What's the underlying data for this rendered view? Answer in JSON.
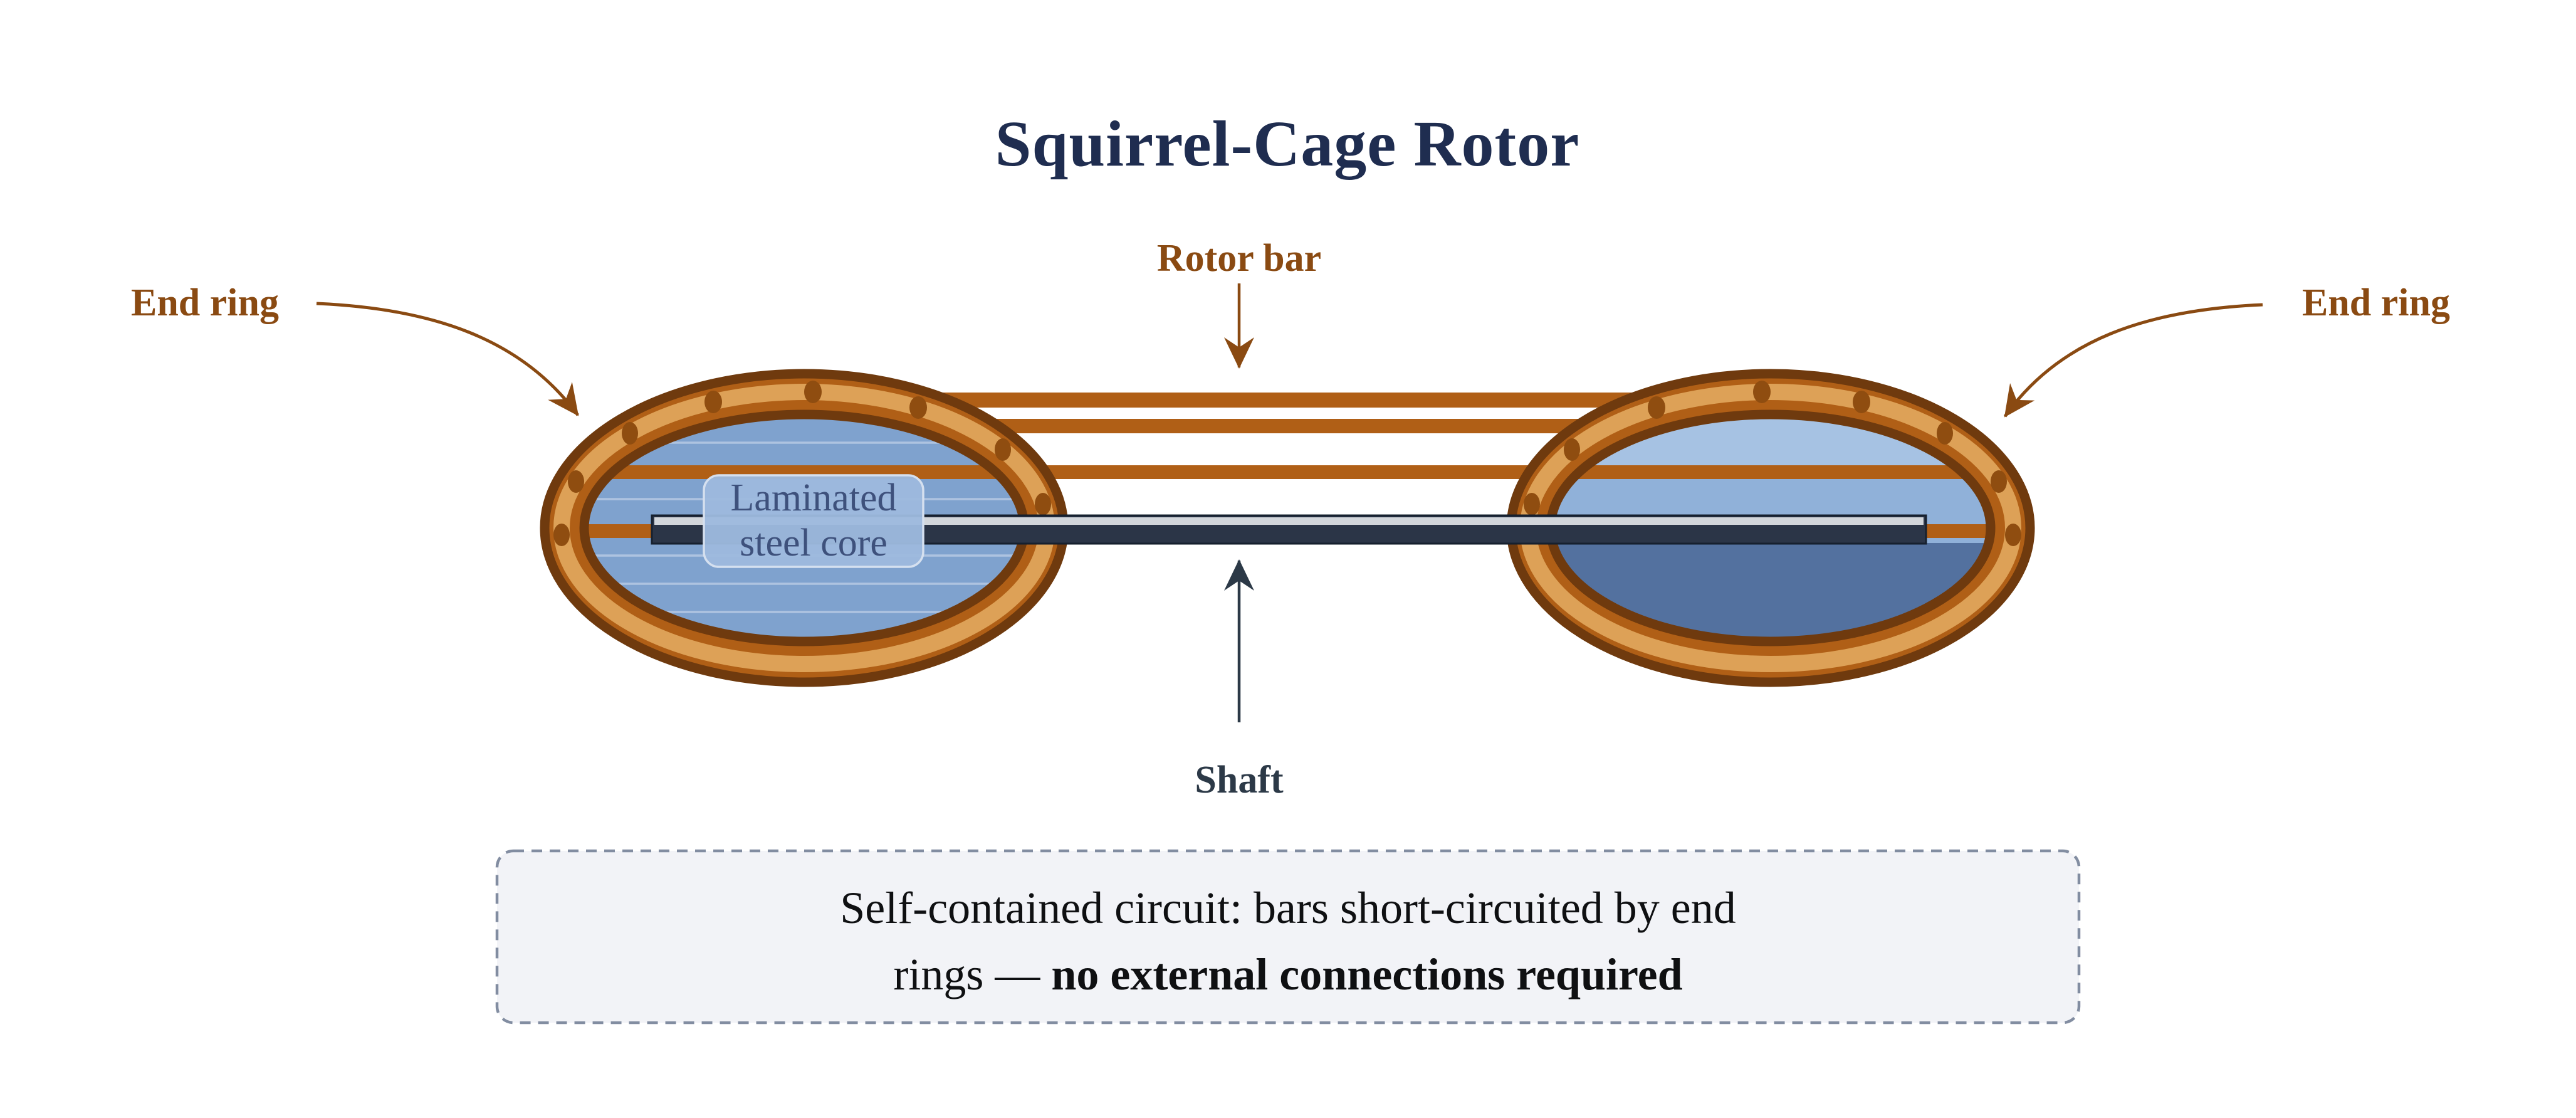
{
  "title": "Squirrel-Cage Rotor",
  "labels": {
    "rotor_bar": "Rotor bar",
    "end_ring_left": "End ring",
    "end_ring_right": "End ring",
    "shaft": "Shaft"
  },
  "core_label": {
    "line1": "Laminated",
    "line2": "steel core"
  },
  "note": {
    "line1": "Self-contained circuit: bars short-circuited by end",
    "line2_regular": "rings — ",
    "line2_bold": "no external connections required"
  },
  "colors": {
    "background": "#ffffff",
    "title_navy": "#1f2d50",
    "annotation_brown": "#8a4a12",
    "copper_bar": "#b05f16",
    "ring_dark": "#6f3a0e",
    "ring_mid": "#b05f16",
    "ring_tan": "#dda157",
    "rivet": "#8f4d10",
    "core_blue": "#7fa2ce",
    "lamination": "#aec3e0",
    "ring_face_light": "#a6c2e3",
    "ring_face_mid": "#90b1d9",
    "ring_face_dark": "#53719f",
    "shaft_navy": "#2b3547",
    "shaft_outline": "#16202e",
    "shaft_highlight": "#d2d6db",
    "shaft_label_color": "#2c3947",
    "core_box_fill": "#9db9de",
    "core_box_border": "#d5e0ef",
    "core_box_text": "#3e517c",
    "note_fill": "#f2f3f7",
    "note_border": "#828da1",
    "note_text": "#0f1012"
  }
}
